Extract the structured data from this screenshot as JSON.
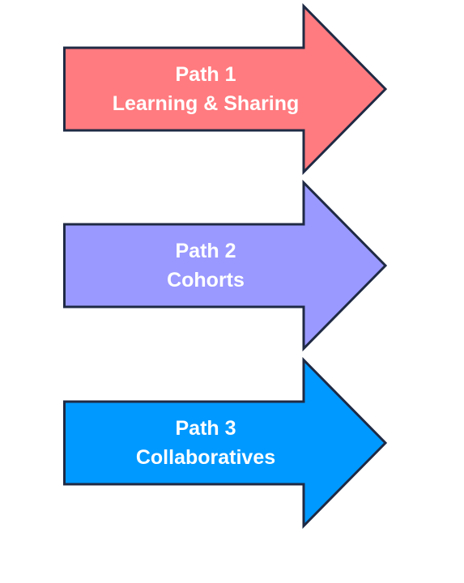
{
  "paths": [
    {
      "line1": "Path 1",
      "line2": "Learning & Sharing",
      "color": "#ff7b7f"
    },
    {
      "line1": "Path 2",
      "line2": "Cohorts",
      "color": "#9a99ff"
    },
    {
      "line1": "Path 3",
      "line2": "Collaboratives",
      "color": "#0099ff"
    }
  ]
}
